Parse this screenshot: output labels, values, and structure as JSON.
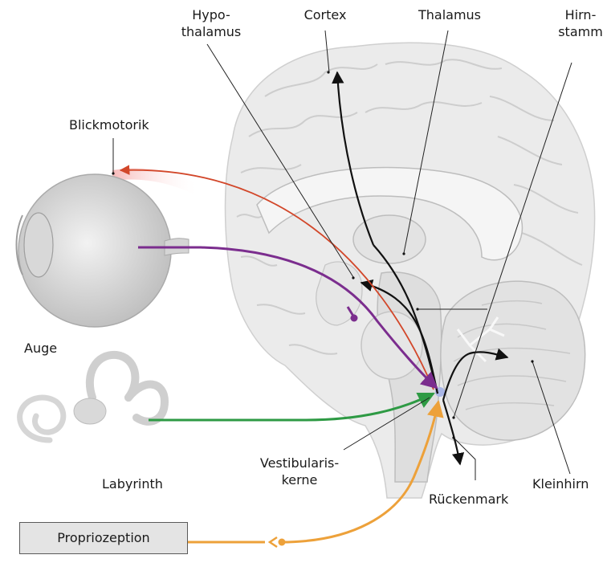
{
  "labels": {
    "hypothalamus": [
      "Hypo-",
      "thalamus"
    ],
    "cortex": "Cortex",
    "thalamus": "Thalamus",
    "hirnstamm": [
      "Hirn-",
      "stamm"
    ],
    "blickmotorik": "Blickmotorik",
    "auge": "Auge",
    "labyrinth": "Labyrinth",
    "vestibulariskerne": [
      "Vestibularis-",
      "kerne"
    ],
    "kleinhirn": "Kleinhirn",
    "rueckenmark": "Rückenmark",
    "propriozeption": "Propriozeption"
  },
  "colors": {
    "blickmotorik": "#d2472a",
    "auge": "#7b2d8e",
    "labyrinth": "#2e9a44",
    "propriozeption": "#eda13a",
    "internal": "#111111",
    "nucleus": "#a9b6e6"
  }
}
